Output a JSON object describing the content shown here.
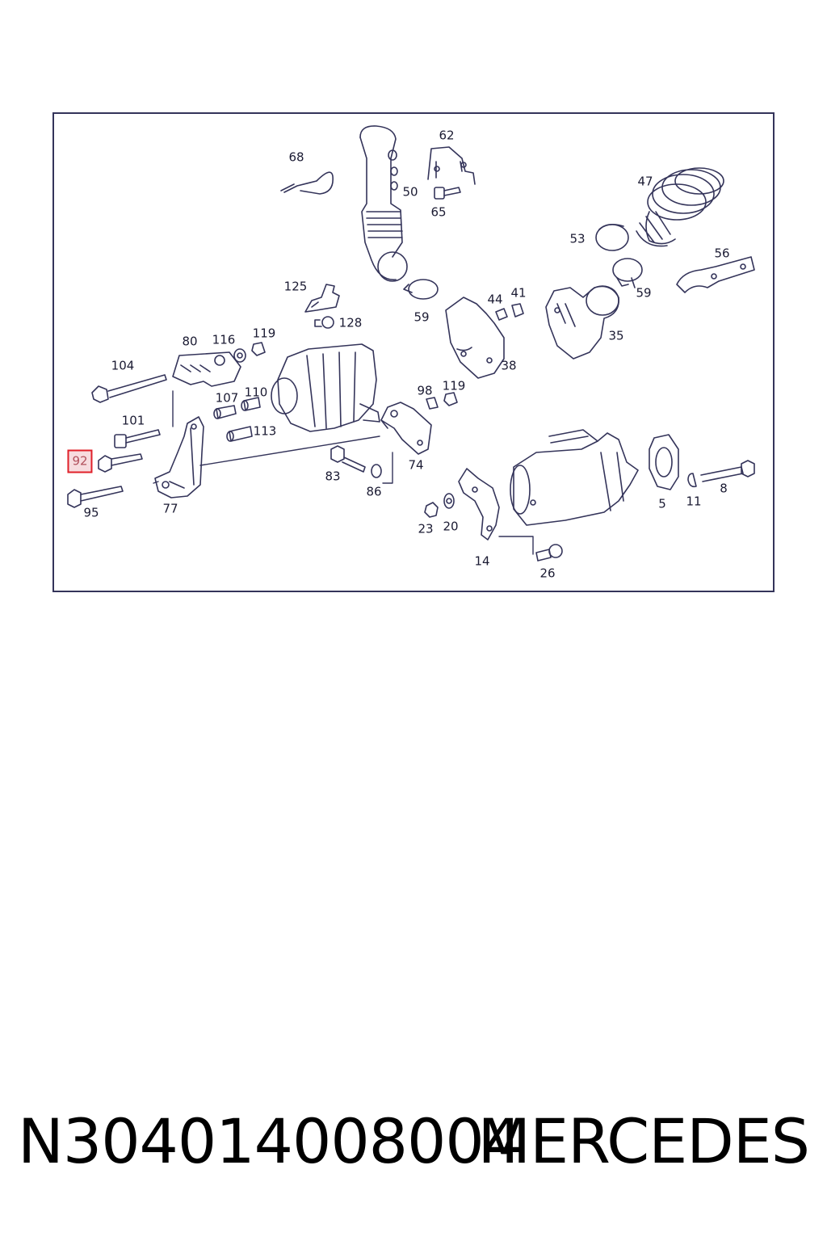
{
  "diagram": {
    "callouts": [
      "68",
      "62",
      "50",
      "65",
      "47",
      "53",
      "56",
      "59",
      "125",
      "128",
      "59",
      "44",
      "41",
      "35",
      "80",
      "116",
      "119",
      "104",
      "107",
      "110",
      "98",
      "119",
      "38",
      "101",
      "113",
      "74",
      "92",
      "83",
      "86",
      "77",
      "95",
      "8",
      "5",
      "11",
      "23",
      "20",
      "14",
      "26"
    ],
    "highlighted": "92"
  },
  "footer": {
    "part_number": "N304014008004",
    "brand": "MERCEDES"
  },
  "colors": {
    "line": "#34345a",
    "highlight_border": "#e0202a",
    "highlight_fill": "#f7dcdf",
    "highlight_text": "#b2505c"
  }
}
